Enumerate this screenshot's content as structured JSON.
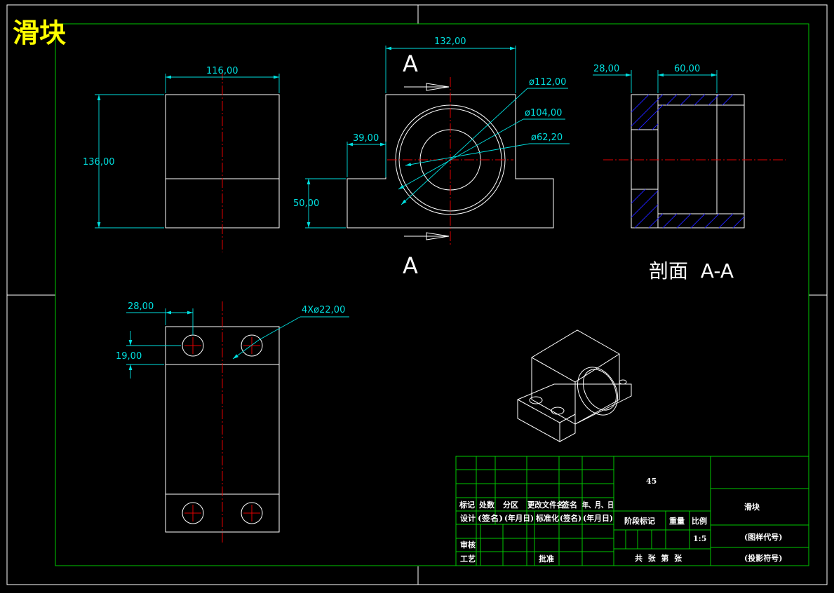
{
  "drawing": {
    "title": "滑块",
    "section_label": "剖面  A-A",
    "section_marker": "A"
  },
  "dimensions": {
    "front_width": "116,00",
    "front_height": "136,00",
    "mid_width": "132,00",
    "mid_step": "39,00",
    "mid_base_height": "50,00",
    "dia_outer": "ø112,00",
    "dia_mid": "ø104,00",
    "dia_inner": "ø62,20",
    "sec_left": "28,00",
    "sec_right": "60,00",
    "top_hole_offset": "28,00",
    "top_hole_vert": "19,00",
    "holes": "4Xø22,00"
  },
  "title_block": {
    "material": "45",
    "part_name": "滑块",
    "drawing_code": "(图样代号)",
    "projection_code": "(投影符号)",
    "scale": "1:5",
    "row_labels": [
      "标记",
      "处数",
      "分区",
      "更改文件名",
      "签名",
      "年、月、日"
    ],
    "design": "设计",
    "design_sign": "(签名)",
    "design_date": "(年月日)",
    "standardize": "标准化",
    "std_sign": "(签名)",
    "std_date": "(年月日)",
    "review": "审核",
    "craft": "工艺",
    "approve": "批准",
    "stage_mark": "阶段标记",
    "weight": "重量",
    "ratio": "比例",
    "sheets": "共  张  第  张"
  },
  "colors": {
    "background": "#000000",
    "outline": "#ffffff",
    "frame": "#00c800",
    "dimension": "#00e0e0",
    "centerline": "#e00000",
    "hatch": "#2020ff",
    "title": "#ffff00"
  }
}
